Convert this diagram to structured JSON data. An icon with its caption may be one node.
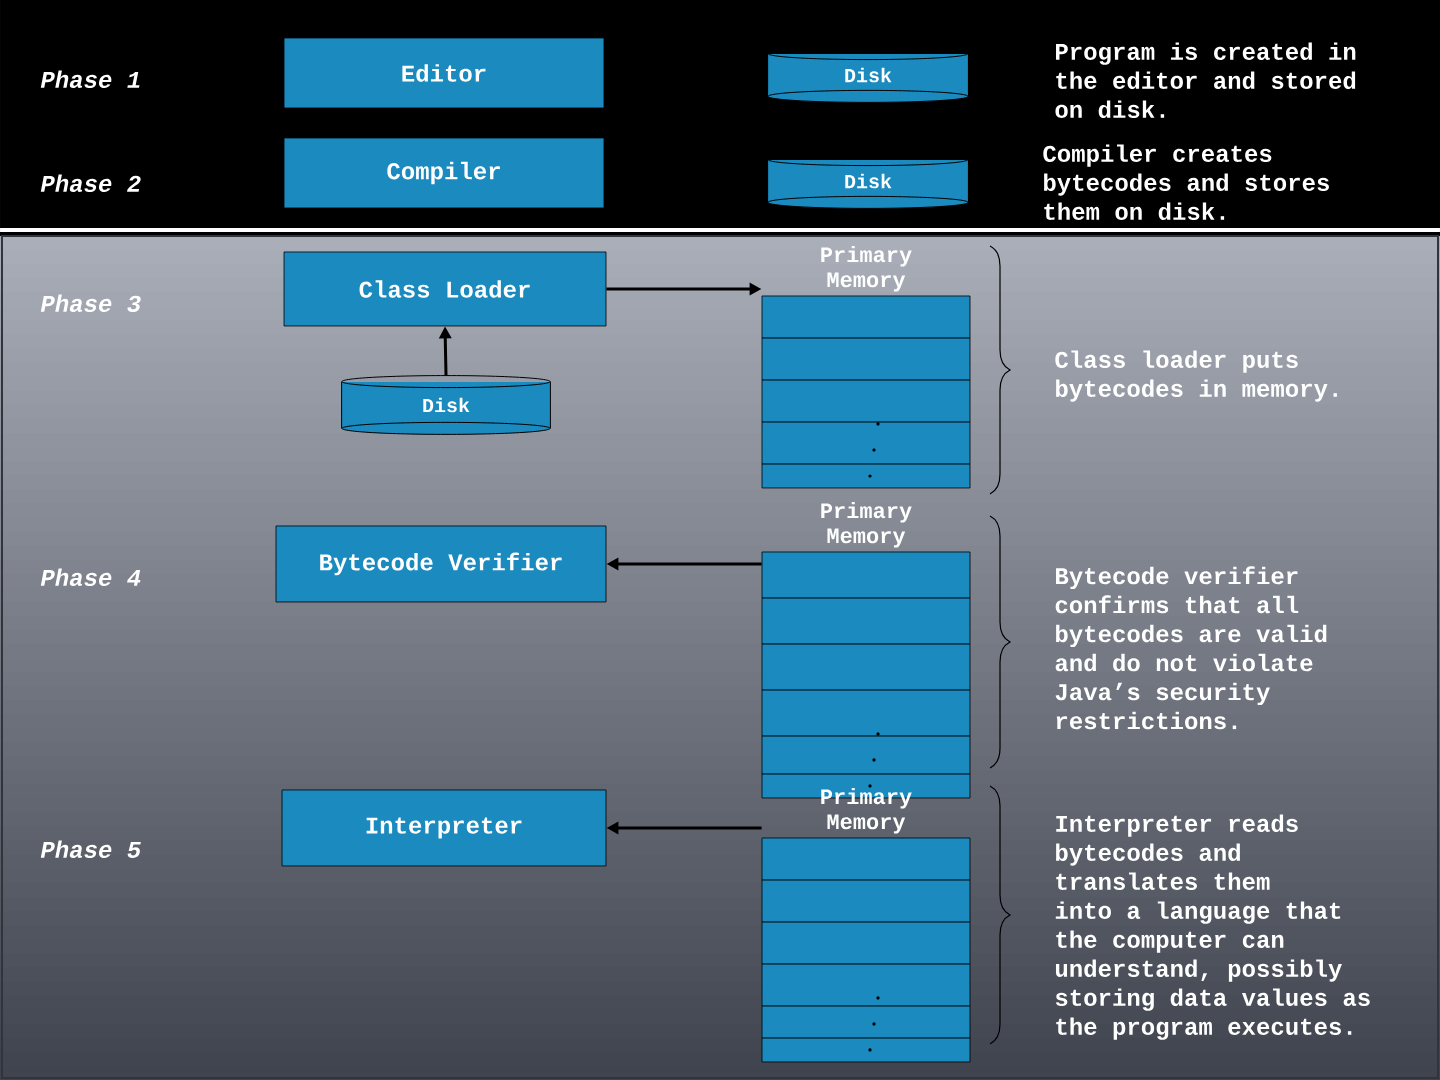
{
  "diagram": {
    "nodes": [
      {
        "text": [
          "Editor"
        ]
      },
      {
        "text": [
          "Compiler"
        ]
      },
      {
        "text": [
          "Disk"
        ]
      },
      {
        "text": [
          "Disk"
        ]
      },
      {
        "text": [
          "Class Loader"
        ]
      },
      {
        "text": [
          "Disk"
        ]
      },
      {
        "text": [
          "Primary Memory"
        ]
      },
      {
        "text": [
          "Bytecode Verifier"
        ]
      },
      {
        "text": [
          "Primary Memory"
        ]
      },
      {
        "text": [
          "Interpreter"
        ]
      },
      {
        "text": [
          "Primary Memory"
        ]
      }
    ],
    "edges": [
      {
        "from": 5,
        "to": 4,
        "arrow": "to"
      },
      {
        "from": 4,
        "to": 6,
        "arrow": "to"
      },
      {
        "from": 8,
        "to": 7,
        "arrow": "to"
      },
      {
        "from": 10,
        "to": 9,
        "arrow": "to"
      }
    ],
    "labels": [
      "Phase 1",
      "Program is created in the editor and stored on disk.",
      "Phase 2",
      "Compiler creates bytecodes and stores them on disk.",
      "Phase 3",
      "Class loader puts bytecodes in memory.",
      "Phase 4",
      "Bytecode verifier confirms that all bytecodes are valid and do not violate Java’s security restrictions.",
      "Phase 5",
      "Interpreter reads bytecodes and translates them into a language that the computer can understand, possibly storing data values as the program executes."
    ]
  }
}
